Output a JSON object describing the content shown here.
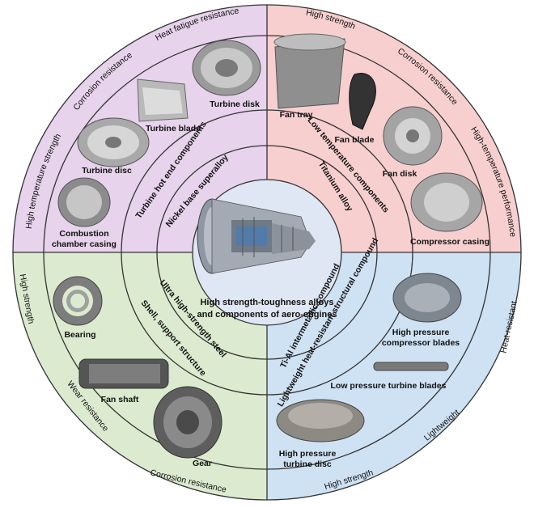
{
  "center": {
    "line1": "High strength-toughness alloys",
    "line2": "and components of aero-engines"
  },
  "quadrants": {
    "top_left": {
      "color": "#e7d3ec",
      "inner_ring": "Nickel base superalloy",
      "middle_ring": "Turbine hot end components",
      "outer_ring": [
        "Heat fatigue resistance",
        "Corrosion resistance",
        "High temperature strength"
      ],
      "components": [
        "Turbine disk",
        "Turbine blade",
        "Turbine disc",
        "Combustion chamber casing"
      ]
    },
    "top_right": {
      "color": "#f8cfcf",
      "inner_ring": "Titanium alloy",
      "middle_ring": "Low temperature components",
      "outer_ring": [
        "High strength",
        "Corrosion resistance",
        "High-temperature performance"
      ],
      "components": [
        "Fan tray",
        "Fan blade",
        "Fan disk",
        "Compressor casing"
      ]
    },
    "bottom_left": {
      "color": "#dcebcf",
      "inner_ring": "Ultra high-strength steel",
      "middle_ring": "Shell, support structure",
      "outer_ring": [
        "High strength",
        "Wear resistance",
        "Corrosion resistance"
      ],
      "components": [
        "Bearing",
        "Fan shaft",
        "Gear"
      ]
    },
    "bottom_right": {
      "color": "#cfe2f4",
      "inner_ring": "Ti-Al intermetallic compound",
      "middle_ring": "Lightweight heat-resistant structural compound",
      "outer_ring": [
        "Heat-resistant",
        "Lightweight",
        "High strength"
      ],
      "components": [
        "High pressure compressor blades",
        "Low pressure turbine blades",
        "High pressure turbine disc"
      ]
    }
  }
}
